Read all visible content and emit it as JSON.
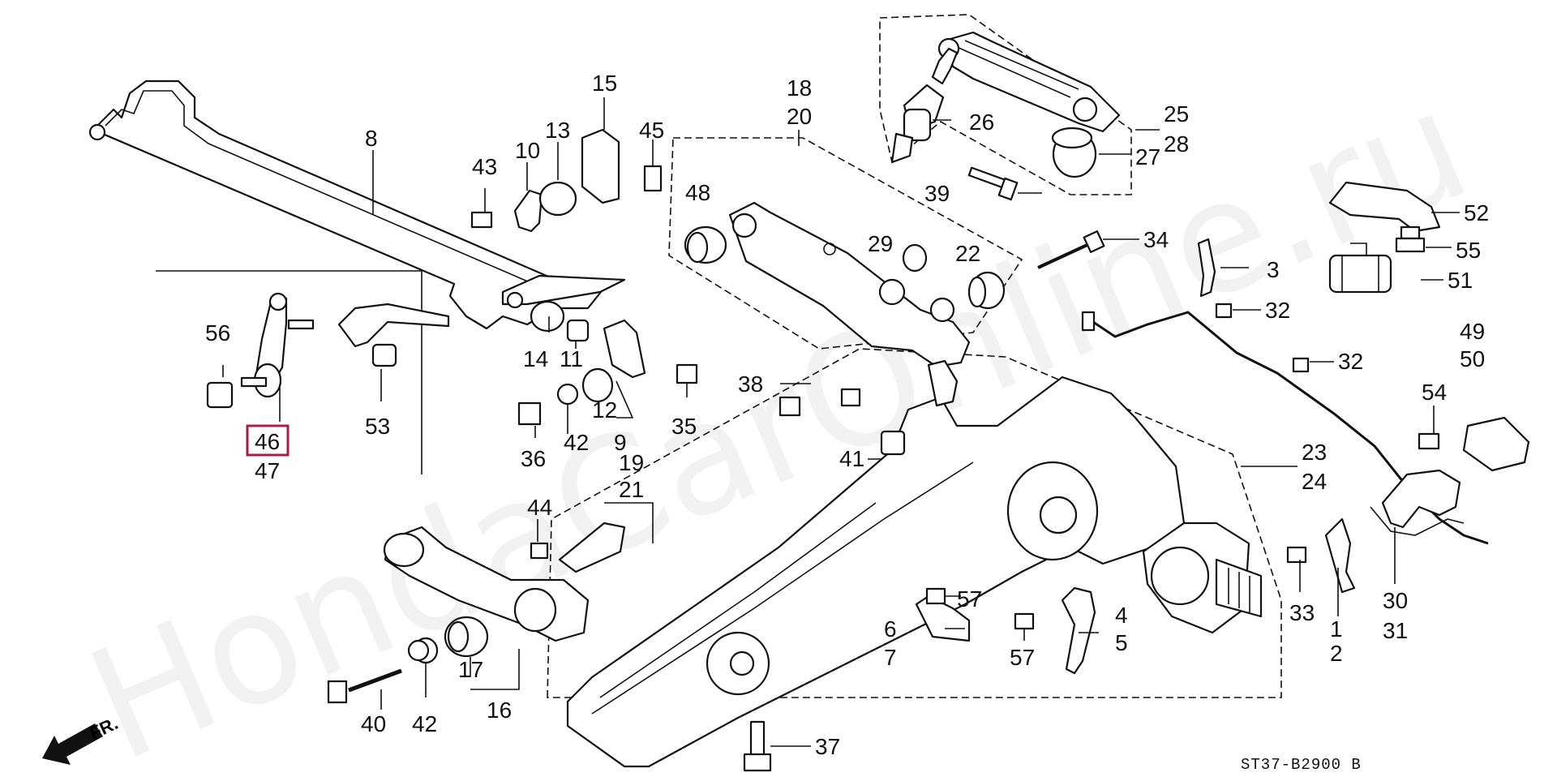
{
  "watermark": "HondaCarOnline.ru",
  "diagram_code": "ST37-B2900 B",
  "direction_label": "FR.",
  "highlight_color": "#b0184a",
  "callouts": {
    "n1": "1",
    "n2": "2",
    "n3": "3",
    "n4": "4",
    "n5": "5",
    "n6": "6",
    "n7": "7",
    "n8": "8",
    "n9": "9",
    "n10": "10",
    "n11": "11",
    "n12": "12",
    "n13": "13",
    "n14": "14",
    "n15": "15",
    "n16": "16",
    "n17": "17",
    "n18": "18",
    "n19": "19",
    "n20": "20",
    "n21": "21",
    "n22": "22",
    "n23": "23",
    "n24": "24",
    "n25": "25",
    "n26": "26",
    "n27": "27",
    "n28": "28",
    "n29": "29",
    "n30": "30",
    "n31": "31",
    "n32a": "32",
    "n32b": "32",
    "n33": "33",
    "n34": "34",
    "n35": "35",
    "n36": "36",
    "n37": "37",
    "n38": "38",
    "n39": "39",
    "n40": "40",
    "n41": "41",
    "n42a": "42",
    "n42b": "42",
    "n43": "43",
    "n44": "44",
    "n45": "45",
    "n46": "46",
    "n47": "47",
    "n48": "48",
    "n49": "49",
    "n50": "50",
    "n51": "51",
    "n52": "52",
    "n53": "53",
    "n54": "54",
    "n55": "55",
    "n56": "56",
    "n57a": "57",
    "n57b": "57"
  }
}
